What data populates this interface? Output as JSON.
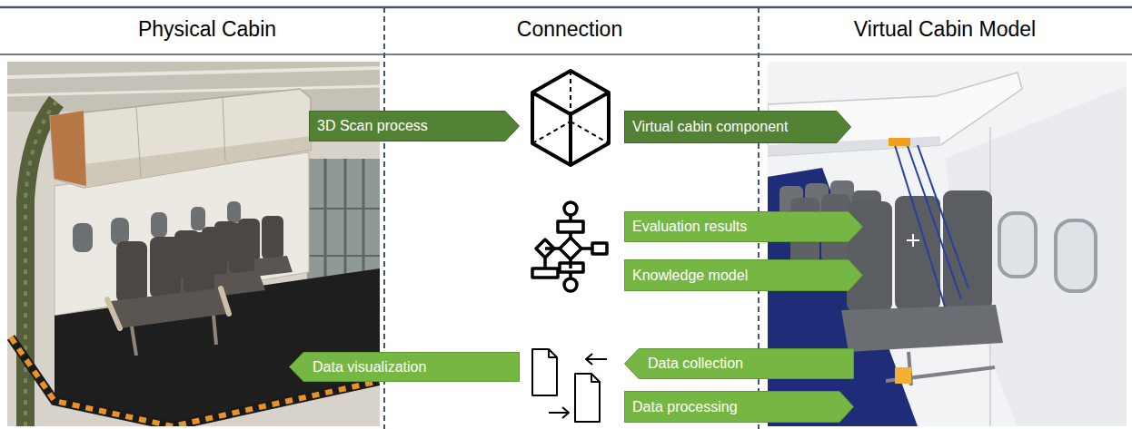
{
  "diagram": {
    "nodes": [
      {
        "text": [
          "3D Scan process"
        ]
      },
      {
        "text": [
          "Virtual cabin component"
        ]
      },
      {
        "text": [
          "Evaluation results"
        ]
      },
      {
        "text": [
          "Knowledge model"
        ]
      },
      {
        "text": [
          "Data visualization"
        ]
      },
      {
        "text": [
          "Data collection"
        ]
      },
      {
        "text": [
          "Data processing"
        ]
      }
    ],
    "labels": [
      "Physical Cabin",
      "Connection",
      "Virtual Cabin Model"
    ]
  }
}
